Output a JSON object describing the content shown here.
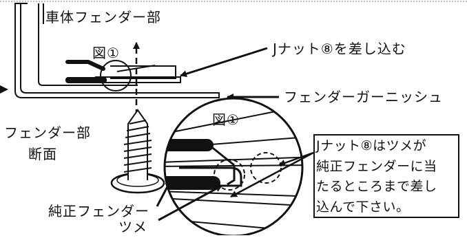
{
  "labels": {
    "body_fender": "車体フェンダー部",
    "fig1_top": "図①",
    "j_nut_insert": "Jナット⑧を差し込む",
    "fender_garnish": "フェンダーガーニッシュ",
    "fender_section_line1": "フェンダー部",
    "fender_section_line2": "断面",
    "fig1_detail": "図①",
    "genuine_fender": "純正フェンダー",
    "tab": "ツメ"
  },
  "note": {
    "lines": [
      "Jナット⑧はツメが",
      "純正フェンダーに当",
      "たるところまで差し",
      "込んで下さい。"
    ]
  },
  "colors": {
    "ink": "#111111",
    "background": "#ffffff"
  }
}
